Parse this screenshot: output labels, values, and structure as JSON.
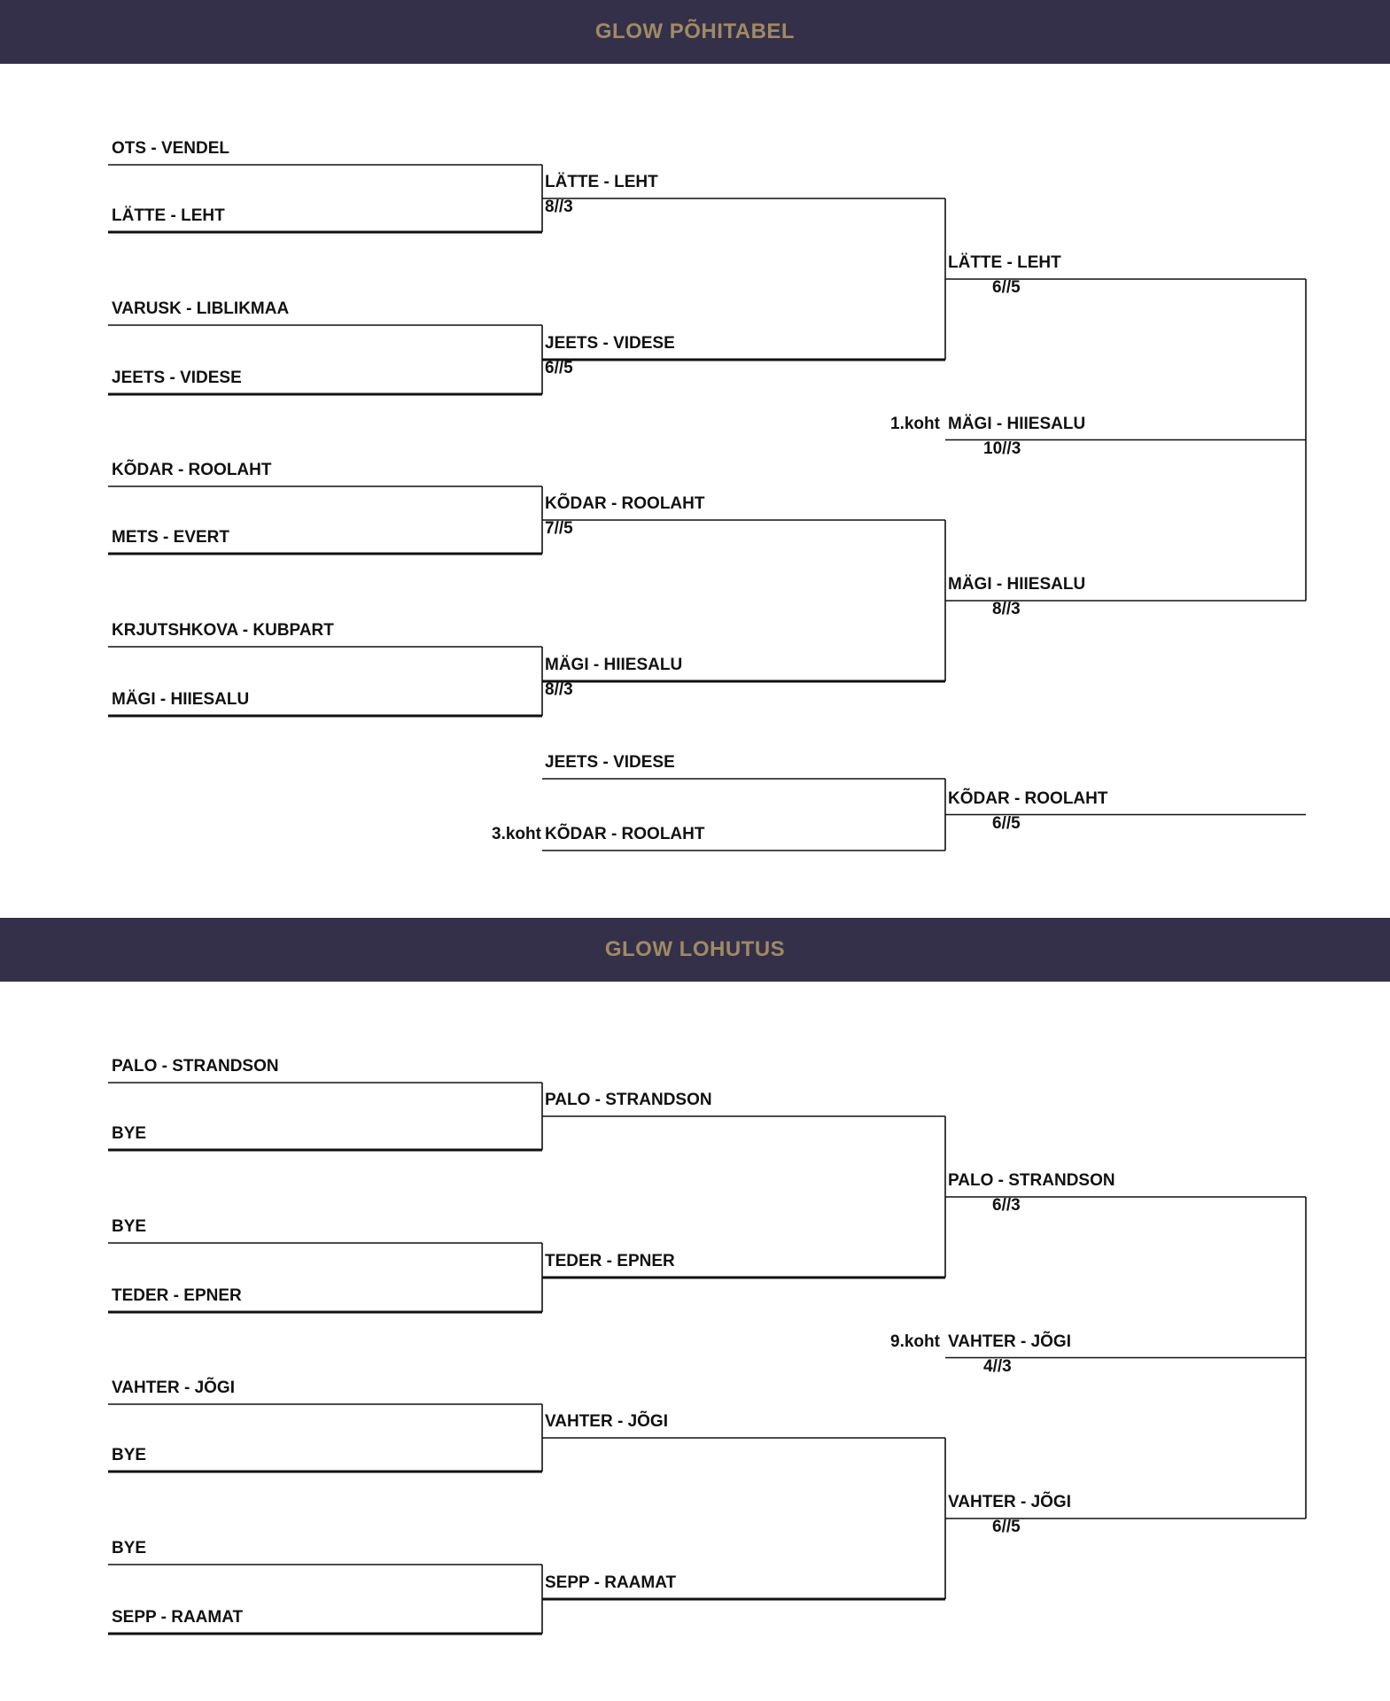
{
  "brackets": [
    {
      "title": "GLOW PÕHITABEL",
      "round1": [
        "OTS - VENDEL",
        "LÄTTE - LEHT",
        "VARUSK - LIBLIKMAA",
        "JEETS - VIDESE",
        "KÕDAR - ROOLAHT",
        "METS - EVERT",
        "KRJUTSHKOVA - KUBPART",
        "MÄGI - HIIESALU"
      ],
      "round2": [
        {
          "name": "LÄTTE - LEHT",
          "score": "8//3"
        },
        {
          "name": "JEETS - VIDESE",
          "score": "6//5"
        },
        {
          "name": "KÕDAR - ROOLAHT",
          "score": "7//5"
        },
        {
          "name": "MÄGI - HIIESALU",
          "score": "8//3"
        }
      ],
      "round3": [
        {
          "name": "LÄTTE - LEHT",
          "score": "6//5"
        },
        {
          "name": "MÄGI - HIIESALU",
          "score": "8//3"
        }
      ],
      "final": {
        "place": "1.koht",
        "name": "MÄGI - HIIESALU",
        "score": "10//3"
      },
      "third_place": {
        "teams": [
          "JEETS - VIDESE",
          "KÕDAR - ROOLAHT"
        ],
        "place": "3.koht",
        "winner": {
          "name": "KÕDAR - ROOLAHT",
          "score": "6//5"
        }
      }
    },
    {
      "title": "GLOW LOHUTUS",
      "round1": [
        "PALO - STRANDSON",
        "BYE",
        "BYE",
        "TEDER - EPNER",
        "VAHTER - JÕGI",
        "BYE",
        "BYE",
        "SEPP - RAAMAT"
      ],
      "round2": [
        {
          "name": "PALO - STRANDSON",
          "score": ""
        },
        {
          "name": "TEDER - EPNER",
          "score": ""
        },
        {
          "name": "VAHTER - JÕGI",
          "score": ""
        },
        {
          "name": "SEPP - RAAMAT",
          "score": ""
        }
      ],
      "round3": [
        {
          "name": "PALO - STRANDSON",
          "score": "6//3"
        },
        {
          "name": "VAHTER - JÕGI",
          "score": "6//5"
        }
      ],
      "final": {
        "place": "9.koht",
        "name": "VAHTER - JÕGI",
        "score": "4//3"
      }
    }
  ]
}
